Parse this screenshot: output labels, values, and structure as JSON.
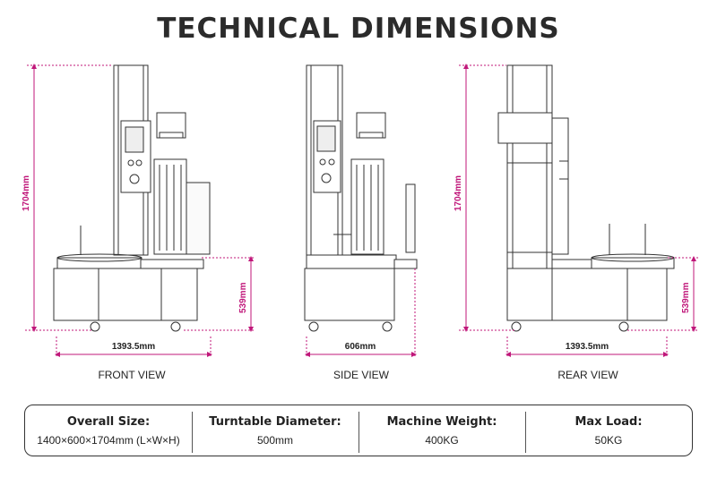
{
  "title": "TECHNICAL DIMENSIONS",
  "views": {
    "front": {
      "label": "FRONT VIEW",
      "height": "1704mm",
      "width": "1393.5mm",
      "table_height": "539mm"
    },
    "side": {
      "label": "SIDE VIEW",
      "width": "606mm"
    },
    "rear": {
      "label": "REAR VIEW",
      "height": "1704mm",
      "width": "1393.5mm",
      "table_height": "539mm"
    }
  },
  "specs": [
    {
      "label": "Overall Size:",
      "value": "1400×600×1704mm (L×W×H)"
    },
    {
      "label": "Turntable Diameter:",
      "value": "500mm"
    },
    {
      "label": "Machine Weight:",
      "value": "400KG"
    },
    {
      "label": "Max Load:",
      "value": "50KG"
    }
  ],
  "colors": {
    "dimension_line": "#c0177a",
    "outline": "#333333"
  }
}
